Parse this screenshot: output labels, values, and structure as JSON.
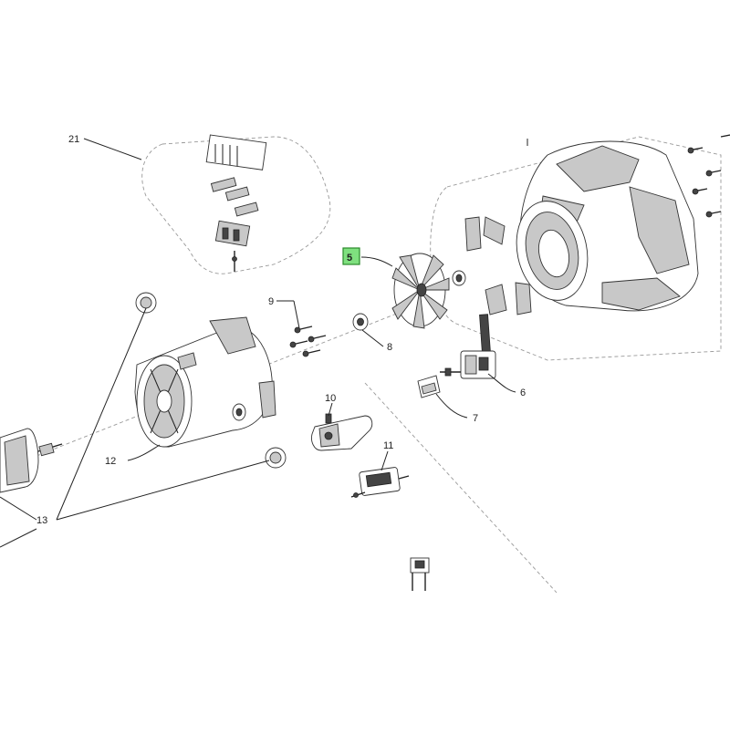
{
  "diagram": {
    "callouts": {
      "c21": "21",
      "c5": "5",
      "c6": "6",
      "c7": "7",
      "c8": "8",
      "c9": "9",
      "c10": "10",
      "c11": "11",
      "c12": "12",
      "c13": "13"
    },
    "highlighted_callout": "5",
    "highlight_color": "#7fe07f"
  }
}
